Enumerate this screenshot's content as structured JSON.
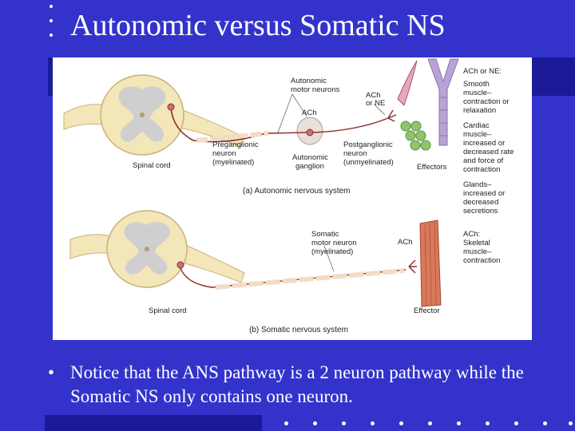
{
  "slide": {
    "title": "Autonomic versus Somatic NS",
    "bullet_symbol": "•",
    "bullet_text": "Notice that the ANS pathway is a 2 neuron pathway while the Somatic NS only contains one neuron."
  },
  "figure": {
    "top": {
      "caption": "(a) Autonomic nervous system",
      "spinal_cord": "Spinal cord",
      "preganglionic_1": "Preganglionic",
      "preganglionic_2": "neuron",
      "preganglionic_3": "(myelinated)",
      "autonomic_motor_1": "Autonomic",
      "autonomic_motor_2": "motor neurons",
      "ach_ganglion": "ACh",
      "ganglion_1": "Autonomic",
      "ganglion_2": "ganglion",
      "postganglionic_1": "Postganglionic",
      "postganglionic_2": "neuron",
      "postganglionic_3": "(unmyelinated)",
      "ach_ne_1": "ACh",
      "ach_ne_2": "or NE",
      "effectors": "Effectors",
      "right_header": "ACh or NE:",
      "smooth_1": "Smooth",
      "smooth_2": "muscle–",
      "smooth_3": "contraction or",
      "smooth_4": "relaxation",
      "cardiac_1": "Cardiac",
      "cardiac_2": "muscle–",
      "cardiac_3": "increased or",
      "cardiac_4": "decreased rate",
      "cardiac_5": "and force of",
      "cardiac_6": "contraction",
      "glands_1": "Glands–",
      "glands_2": "increased or",
      "glands_3": "decreased",
      "glands_4": "secretions"
    },
    "bottom": {
      "caption": "(b) Somatic nervous system",
      "spinal_cord": "Spinal cord",
      "somatic_1": "Somatic",
      "somatic_2": "motor neuron",
      "somatic_3": "(myelinated)",
      "ach": "ACh",
      "effector": "Effector",
      "right_1": "ACh:",
      "right_2": "Skeletal",
      "right_3": "muscle–",
      "right_4": "contraction"
    }
  },
  "colors": {
    "background": "#3333cc",
    "band": "#1a1a99",
    "spinal_cord": "#f3e6b8",
    "gray_matter": "#cfcfcf",
    "axon": "#8a2b2b",
    "myelin": "#f2dcc5",
    "smooth_muscle": "#b9a3d6",
    "cardiac_cells": "#8fc46a",
    "skeletal_muscle": "#d9785a"
  }
}
